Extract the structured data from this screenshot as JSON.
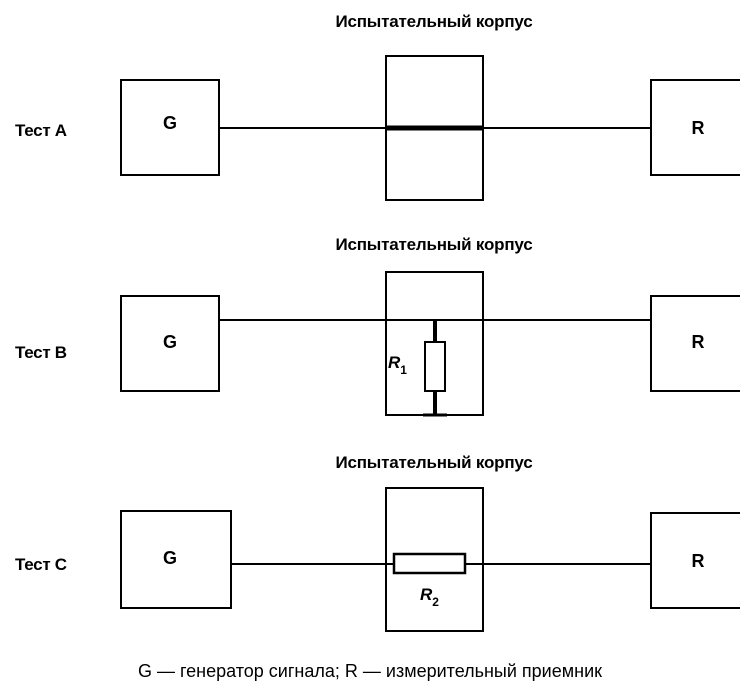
{
  "tests": [
    {
      "label": "Тест A",
      "case_title": "Испытательный корпус",
      "generator": "G",
      "receiver": "R"
    },
    {
      "label": "Тест B",
      "case_title": "Испытательный корпус",
      "generator": "G",
      "receiver": "R",
      "resistor": {
        "symbol": "R",
        "subscript": "1"
      }
    },
    {
      "label": "Тест C",
      "case_title": "Испытательный корпус",
      "generator": "G",
      "receiver": "R",
      "resistor": {
        "symbol": "R",
        "subscript": "2"
      }
    }
  ],
  "caption": "G — генератор сигнала; R — измерительный приемник"
}
